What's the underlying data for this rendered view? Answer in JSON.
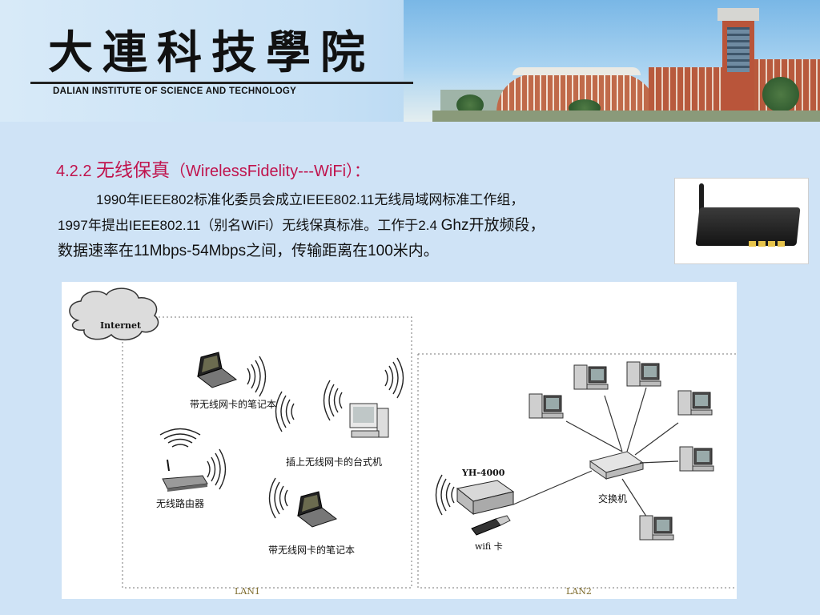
{
  "banner": {
    "logo_chinese": "大連科技學院",
    "logo_english": "DALIAN INSTITUTE OF SCIENCE AND TECHNOLOGY"
  },
  "slide": {
    "heading_prefix": "4.2.2 ",
    "heading_cn": "无线保真",
    "heading_rest": "（WirelessFidelity---WiFi）：",
    "line1": "1990年IEEE802标准化委员会成立IEEE802.11无线局域网标准工作组，",
    "line2_a": "1997年提出IEEE802.11（别名WiFi）无线保真标准。工作于2.4 ",
    "line2_b": "Ghz开放频段，",
    "line3": "数据速率在11Mbps-54Mbps之间，传输距离在100米内。"
  },
  "diagram": {
    "internet": "Internet",
    "laptop_top": "带无线网卡的笔记本",
    "desktop": "插上无线网卡的台式机",
    "router": "无线路由器",
    "laptop_bottom": "带无线网卡的笔记本",
    "ap": "YH-4000",
    "switch": "交换机",
    "wifi_card": "wifi 卡",
    "lan1": "LAN1",
    "lan2": "LAN2"
  },
  "colors": {
    "heading": "#c0144d",
    "body_text": "#111111",
    "background": "#cfe3f6",
    "lan_label": "#7d6a2a"
  }
}
